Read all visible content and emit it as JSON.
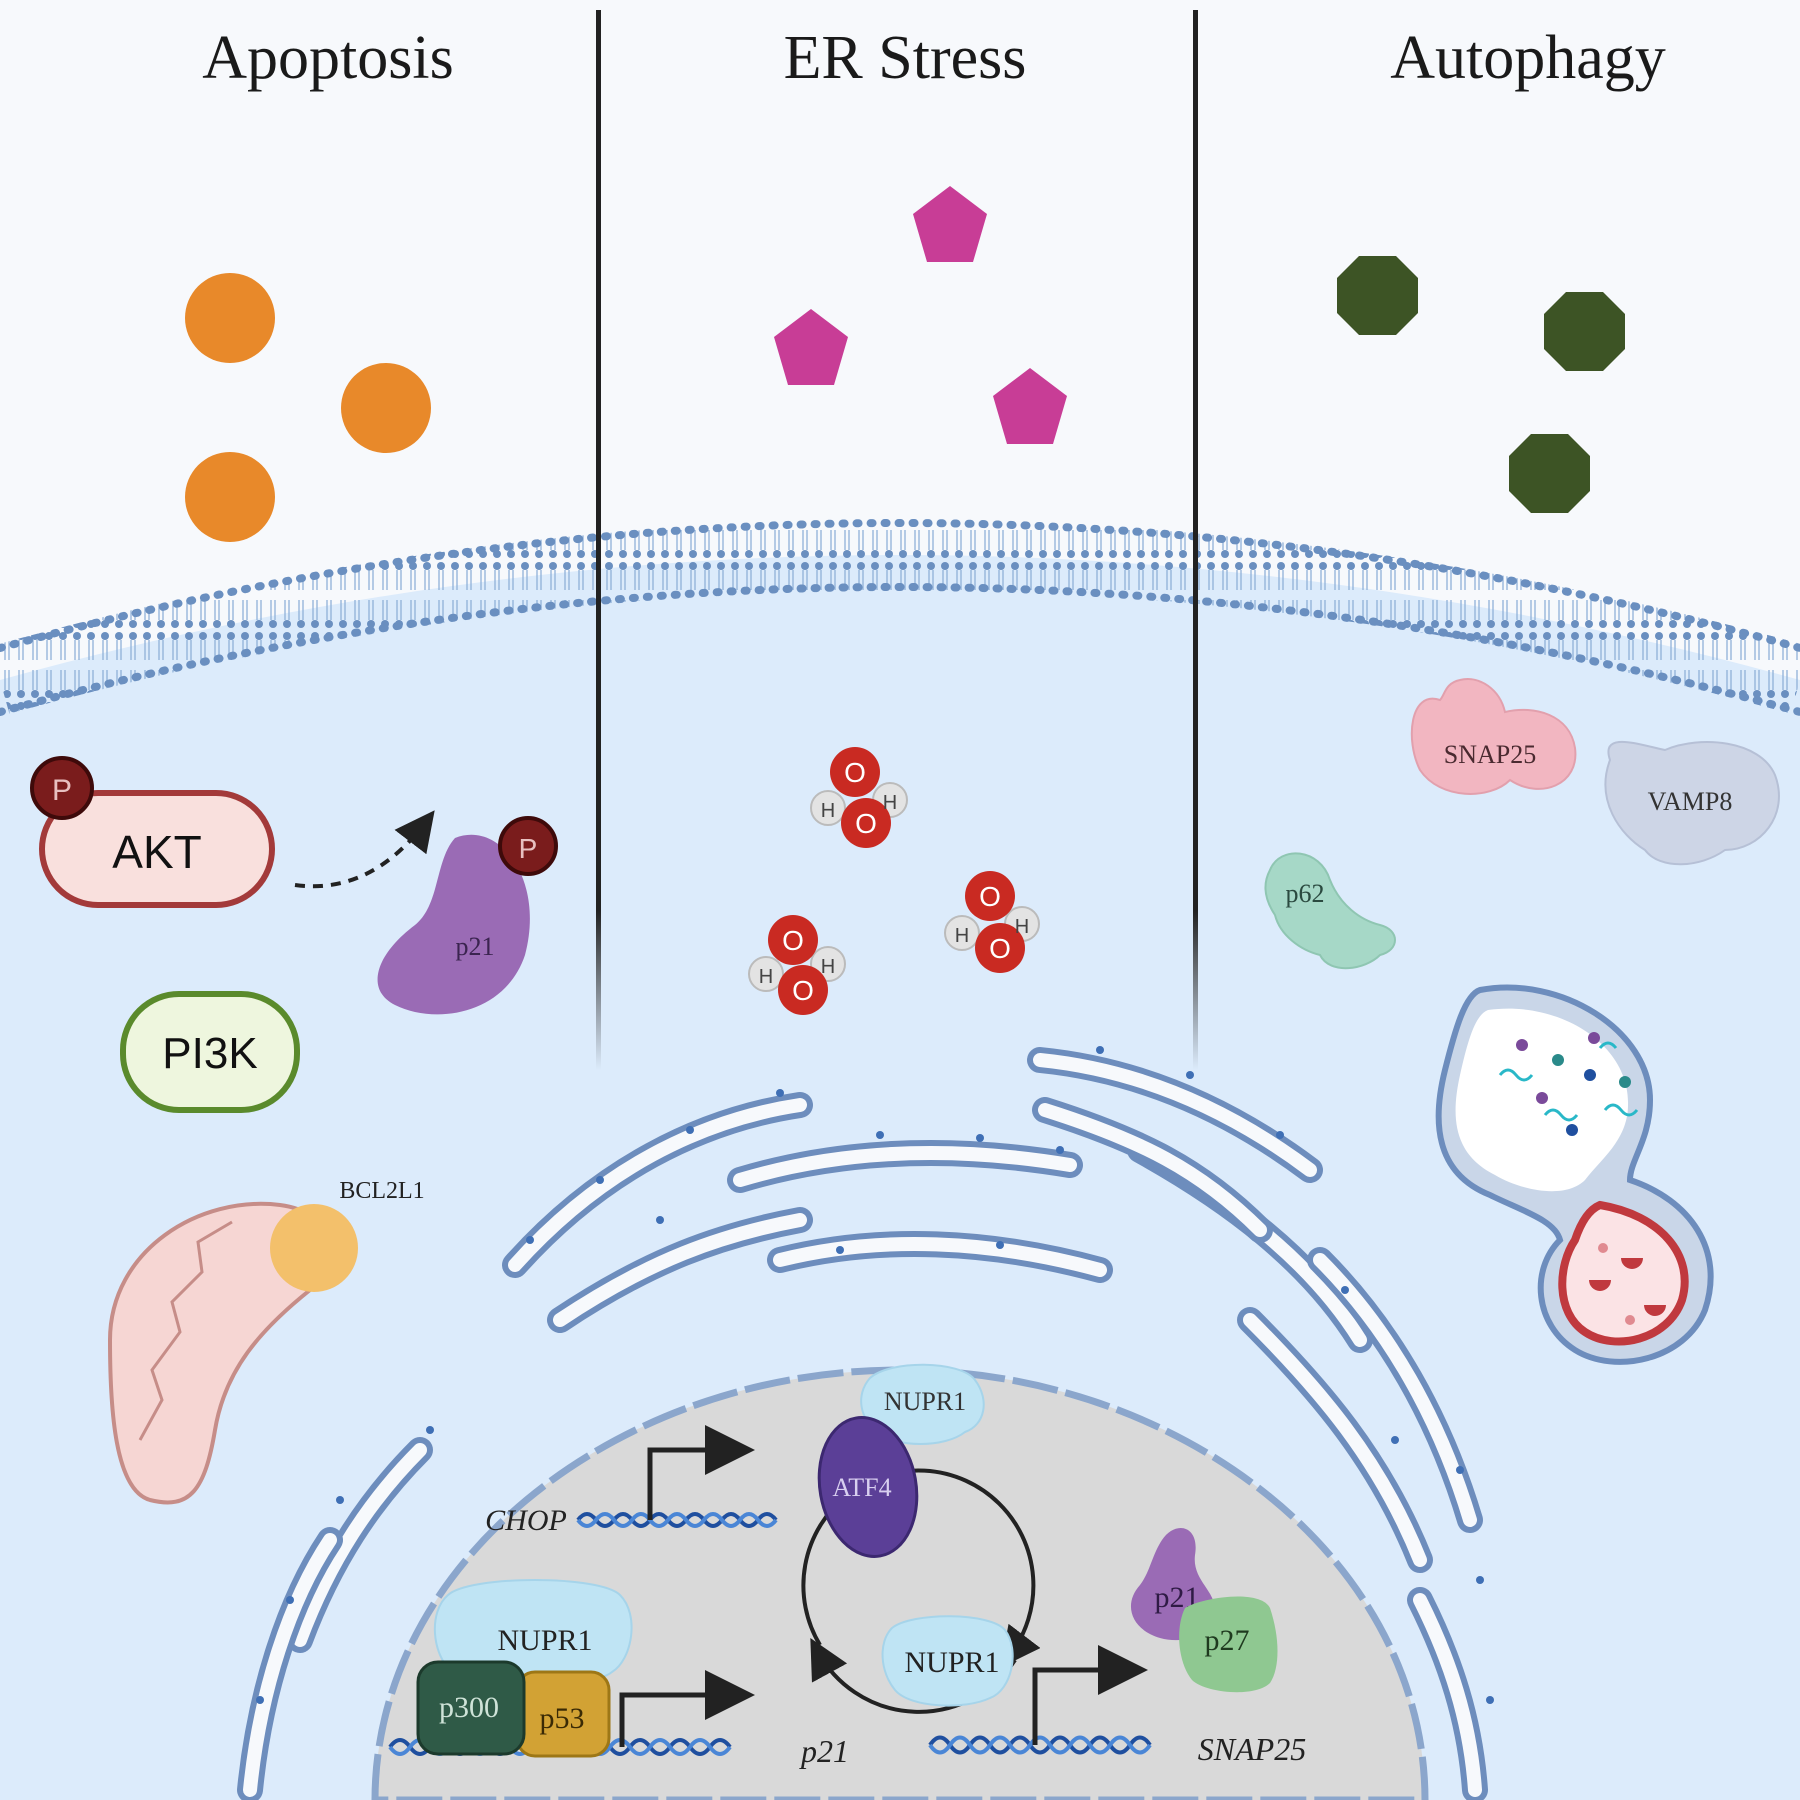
{
  "panels": {
    "apoptosis": "Apoptosis",
    "er_stress": "ER Stress",
    "autophagy": "Autophagy"
  },
  "apoptosis": {
    "akt": "AKT",
    "pi3k": "PI3K",
    "p21": "p21",
    "phospho": "P",
    "bcl2l1": "BCL2L1"
  },
  "er": {
    "oxygen": "O",
    "hydrogen": "H"
  },
  "autophagy": {
    "snap25": "SNAP25",
    "vamp8": "VAMP8",
    "p62": "p62"
  },
  "nucleus": {
    "nupr1_top": "NUPR1",
    "atf4": "ATF4",
    "chop": "CHOP",
    "nupr1_left": "NUPR1",
    "p300": "p300",
    "p53": "p53",
    "p21_gene": "p21",
    "nupr1_right": "NUPR1",
    "snap25_gene": "SNAP25",
    "p21_protein": "p21",
    "p27": "p27"
  },
  "colors": {
    "cytoplasm": "#dcebfb",
    "membrane": "#6a8fc0",
    "apoptosis_ligand": "#e8892a",
    "er_ligand": "#c83d96",
    "autophagy_ligand": "#3d5425",
    "akt_border": "#a33a3a",
    "pi3k_border": "#5a8a2c",
    "p21_purple": "#9a6bb5",
    "phospho": "#7a1c1c",
    "mito": "#f6d6d3",
    "nucleus": "#d9d9d9",
    "er_membrane": "#6d8dbd",
    "atf4": "#5b3f97",
    "nupr1": "#bfe4f4",
    "p300": "#2f5a47",
    "p53": "#d2a234",
    "p27": "#8fc891",
    "snap25_protein": "#f2b6c1",
    "vamp8_protein": "#cdd5e6",
    "p62_protein": "#a6d8c7",
    "dna": "#1f4f9f"
  }
}
